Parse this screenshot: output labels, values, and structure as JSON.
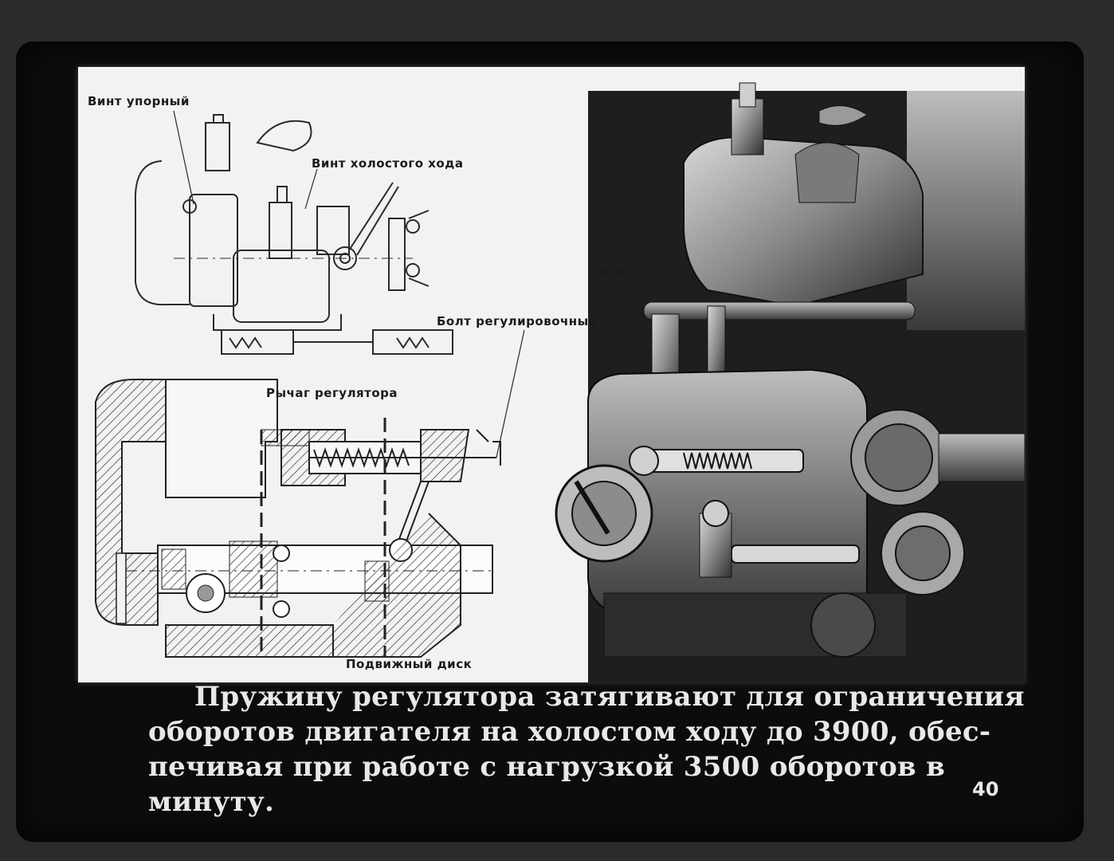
{
  "callouts": {
    "stop_screw": "Винт упорный",
    "idle_screw": "Винт холостого хода",
    "rod": "Тяга",
    "adjusting_bolt": "Болт регулировочный",
    "regulator_lever": "Рычаг регулятора",
    "movable_disc": "Подвижный диск"
  },
  "caption": {
    "line1": "Пружину регулятора затягивают для ограничения",
    "line2": "оборотов двигателя на холостом ходу до 3900, обес-",
    "line3": "печивая при работе с нагрузкой 3500 оборотов в",
    "line4": "минуту."
  },
  "slide_number": "40"
}
